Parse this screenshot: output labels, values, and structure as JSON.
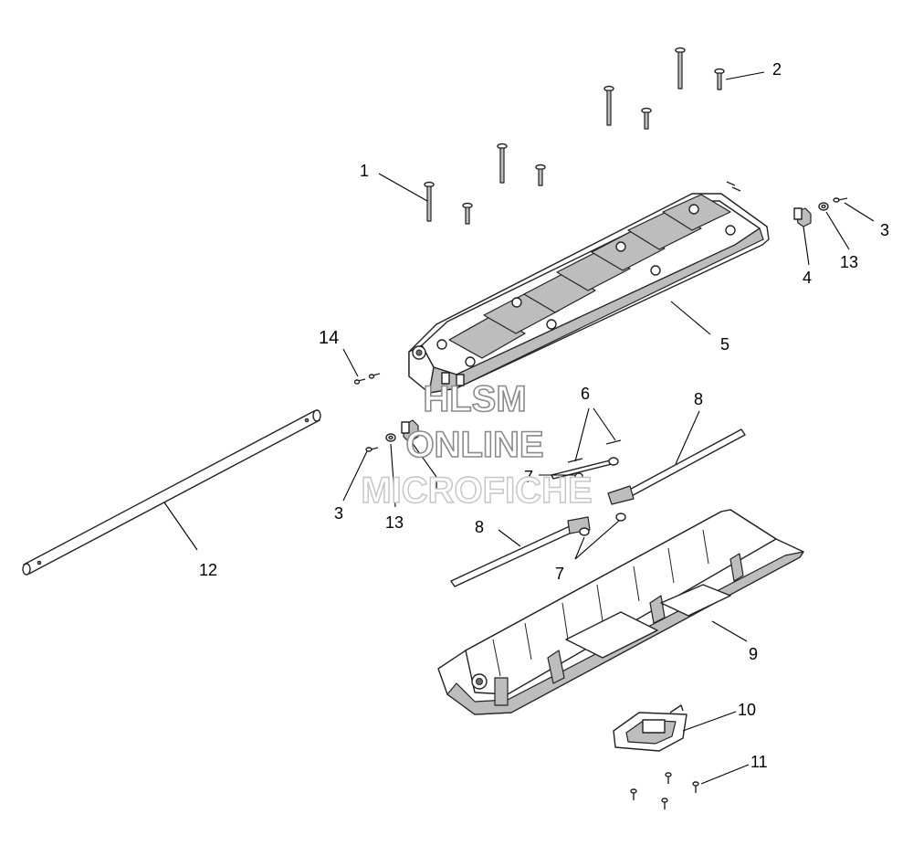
{
  "diagram": {
    "callouts": {
      "c1": "1",
      "c2": "2",
      "c3a": "3",
      "c3b": "3",
      "c4a": "4",
      "c4b": "4",
      "c5": "5",
      "c6": "6",
      "c7a": "7",
      "c7b": "7",
      "c8a": "8",
      "c8b": "8",
      "c9": "9",
      "c10": "10",
      "c11": "11",
      "c12": "12",
      "c13a": "13",
      "c13b": "13",
      "c14": "14"
    },
    "watermark": {
      "line1": "HLSM",
      "line2": "ONLINE",
      "line3": "MICROFICHE"
    }
  }
}
